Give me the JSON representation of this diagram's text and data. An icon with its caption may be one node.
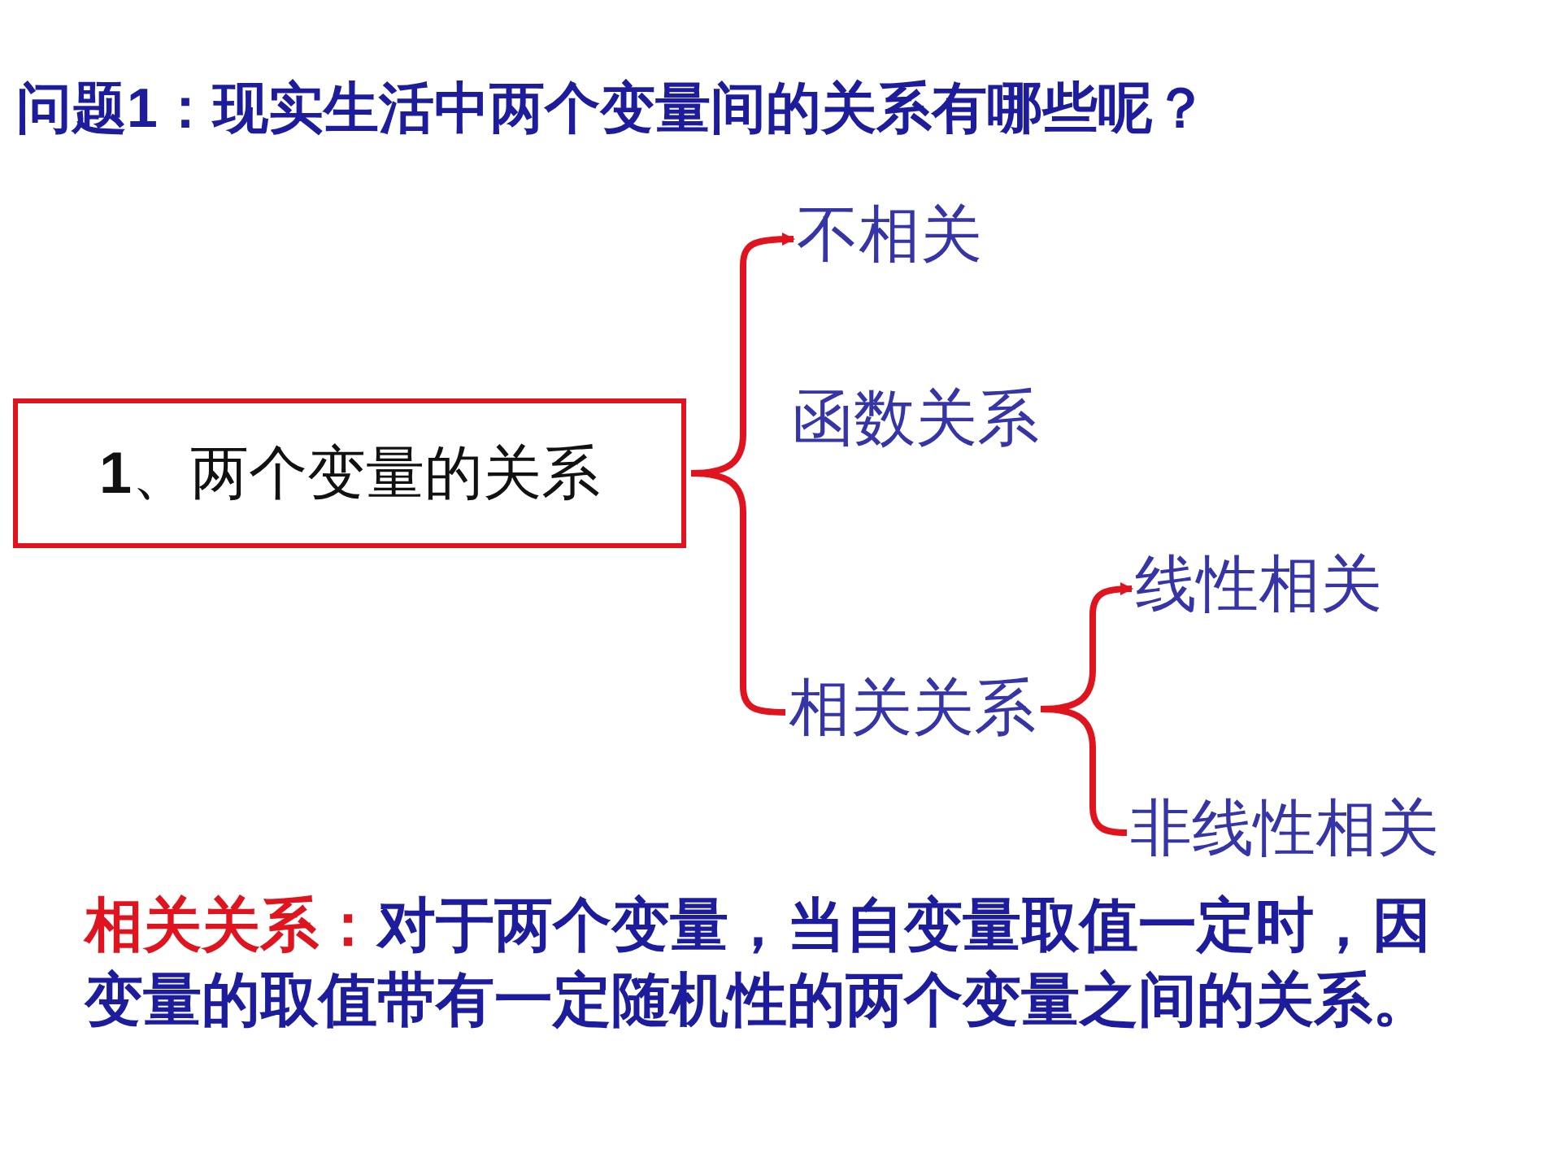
{
  "diagram": {
    "title": "问题1：现实生活中两个变量间的关系有哪些呢？",
    "nodes": [
      {
        "text": [
          "**1**、两个变量的关系"
        ]
      },
      {
        "text": [
          "不相关"
        ]
      },
      {
        "text": [
          "函数关系"
        ]
      },
      {
        "text": [
          "相关关系"
        ]
      },
      {
        "text": [
          "线性相关"
        ]
      },
      {
        "text": [
          "非线性相关"
        ]
      }
    ],
    "edges": [
      {
        "from": 0,
        "to": 1,
        "arrow": "to"
      },
      {
        "from": 0,
        "to": 3,
        "arrow": "none"
      },
      {
        "from": 3,
        "to": 4,
        "arrow": "to"
      },
      {
        "from": 3,
        "to": 5,
        "arrow": "none"
      }
    ],
    "labels": [
      "相关关系：",
      "对于两个变量，当自变量取值一定时，因变量的取值带有一定随机性的两个变量之间的关系。"
    ]
  }
}
